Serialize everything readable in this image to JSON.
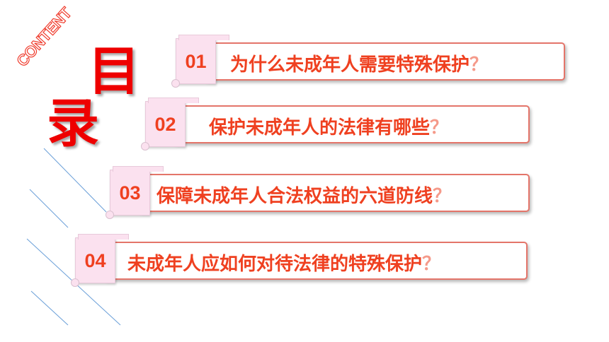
{
  "header": {
    "content_word": "CONTENT",
    "title_char_1": "目",
    "title_char_2": "录"
  },
  "items": [
    {
      "number": "01",
      "text": "为什么未成年人需要特殊保护",
      "mark": "？"
    },
    {
      "number": "02",
      "text": "保护未成年人的法律有哪些",
      "mark": "？"
    },
    {
      "number": "03",
      "text": "保障未成年人合法权益的六道防线",
      "mark": "？"
    },
    {
      "number": "04",
      "text": "未成年人应如何对待法律的特殊保护",
      "mark": "？"
    }
  ],
  "colors": {
    "title_red": "#ee0000",
    "text_orange": "#ef4020",
    "border": "#e4756a",
    "tab_pink": "#fbe1ef",
    "line_blue": "#6a9fd8"
  }
}
